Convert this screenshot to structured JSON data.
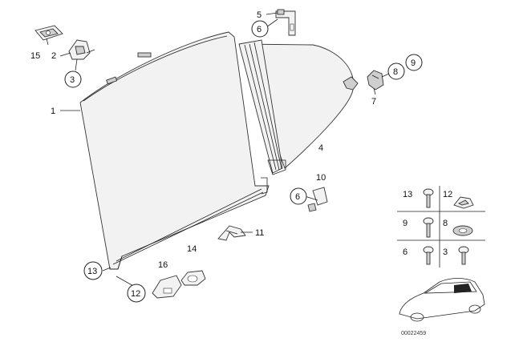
{
  "callouts": {
    "c1": "1",
    "c2": "2",
    "c3": "3",
    "c4": "4",
    "c5": "5",
    "c6a": "6",
    "c6b": "6",
    "c7": "7",
    "c8": "8",
    "c9": "9",
    "c10": "10",
    "c11": "11",
    "c12": "12",
    "c13": "13",
    "c14": "14",
    "c15": "15",
    "c16": "16"
  },
  "legend": {
    "l13": "13",
    "l12": "12",
    "l9": "9",
    "l8": "8",
    "l6": "6",
    "l3": "3"
  },
  "diagram_id": "00022459"
}
